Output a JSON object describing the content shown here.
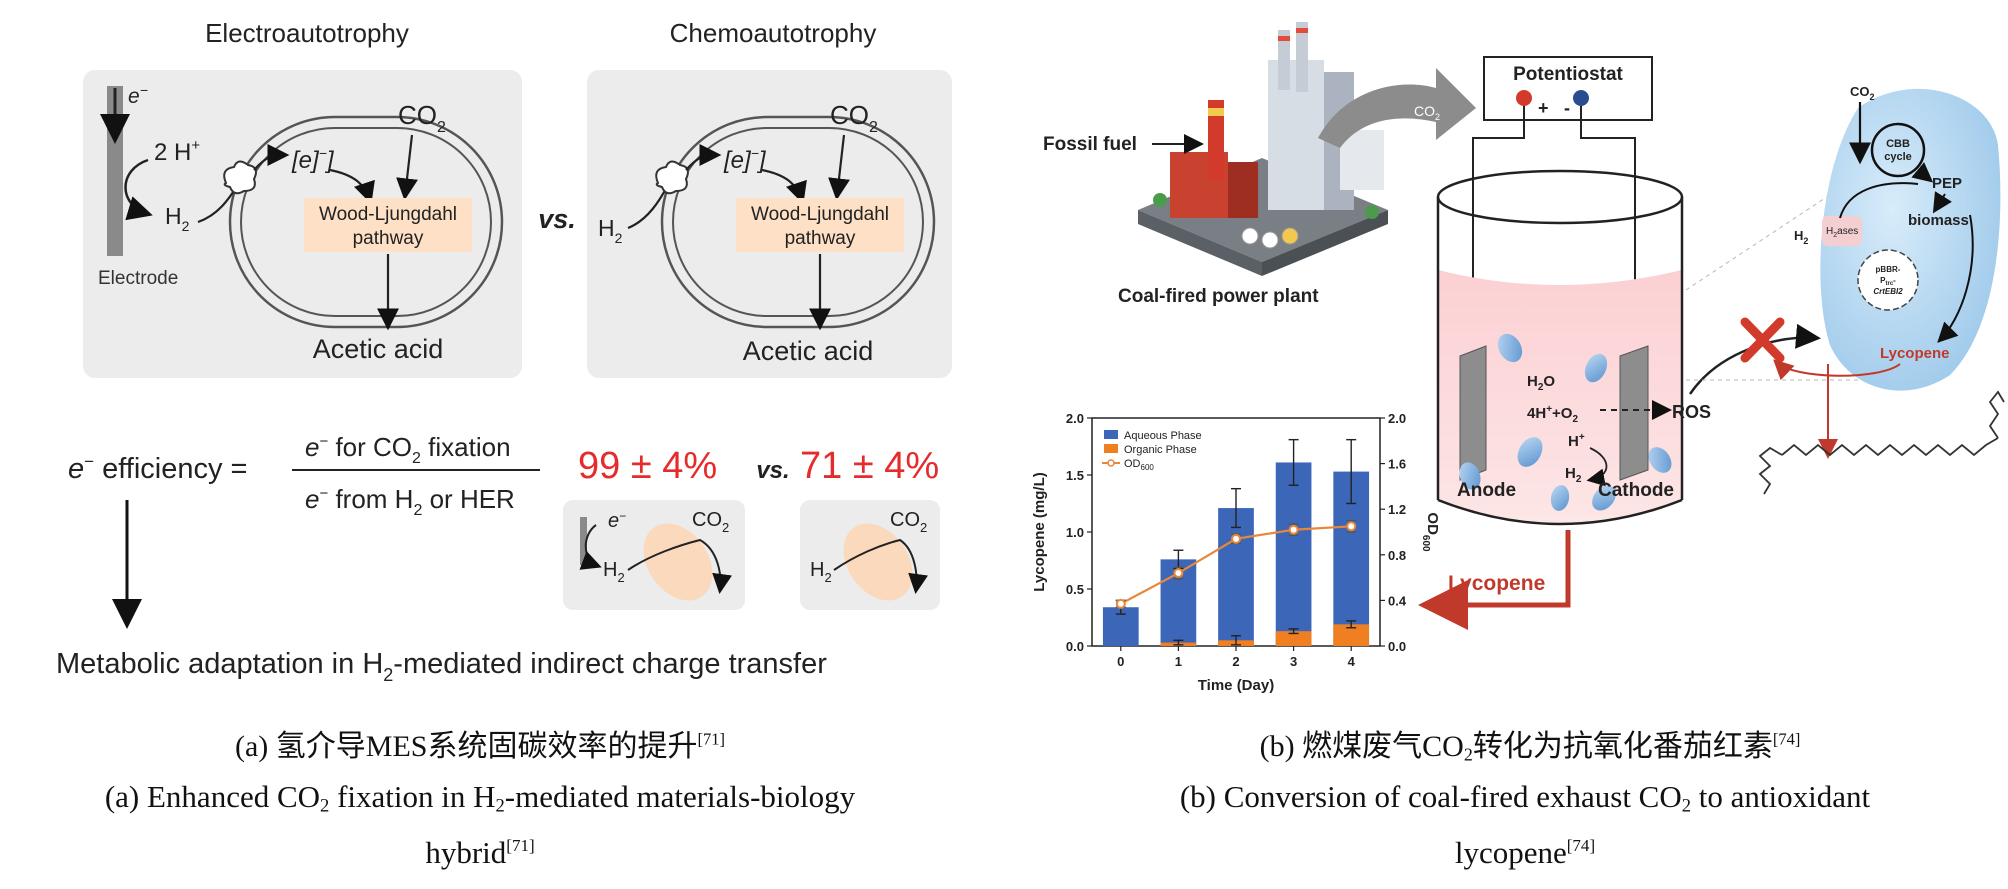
{
  "panel_a": {
    "electro_title": "Electroautotrophy",
    "chemo_title": "Chemoautotrophy",
    "vs_label": "vs.",
    "electrode_label": "Electrode",
    "electron_label": "e",
    "h_plus_label": "2 H",
    "h2_label": "H",
    "electron_bracket_label": "[e]",
    "co2_label": "CO",
    "pathway_line1": "Wood-Ljungdahl",
    "pathway_line2": "pathway",
    "product_label": "Acetic acid",
    "efficiency_label": "e",
    "efficiency_word": " efficiency  =",
    "numerator_label": " for CO",
    "numerator_tail": " fixation",
    "denominator_label": " from H",
    "denominator_tail": " or HER",
    "electro_efficiency": "99 ± 4%",
    "chemo_efficiency": "71 ± 4%",
    "conclusion_prefix": "Metabolic adaptation in H",
    "conclusion_suffix": "-mediated indirect charge transfer",
    "accent_color": "#e52b2b"
  },
  "panel_b": {
    "fossil_fuel_label": "Fossil fuel",
    "plant_label": "Coal-fired power plant",
    "co2_arrow_label": "CO",
    "potentiostat_label": "Potentiostat",
    "plus_label": "+",
    "minus_label": "-",
    "h2o_label": "H",
    "reaction_label": "4H",
    "ros_label": "ROS",
    "hplus_label": "H",
    "h2_label": "H",
    "anode_label": "Anode",
    "cathode_label": "Cathode",
    "lycopene_out_label": "Lycopene",
    "cell_co2_label": "CO",
    "cbb_label_1": "CBB",
    "cbb_label_2": "cycle",
    "pep_label": "PEP",
    "biomass_label": "biomass",
    "cell_h2_label": "H",
    "h2ases_label": "H",
    "plasmid_label_1": "pBBR-",
    "plasmid_label_2": "P",
    "plasmid_label_3": "CrtEBI2",
    "cell_lycopene_label": "Lycopene",
    "lycopene_color": "#c0392b"
  },
  "chart_data": {
    "type": "bar",
    "categories": [
      "0",
      "1",
      "2",
      "3",
      "4"
    ],
    "series": [
      {
        "name": "Aqueous Phase",
        "values": [
          0.34,
          0.76,
          1.21,
          1.61,
          1.53
        ],
        "errors": [
          0.06,
          0.08,
          0.17,
          0.2,
          0.28
        ],
        "color": "#3c67b8"
      },
      {
        "name": "Organic Phase",
        "values": [
          0.0,
          0.03,
          0.05,
          0.13,
          0.19
        ],
        "errors": [
          0.0,
          0.02,
          0.04,
          0.02,
          0.03
        ],
        "color": "#f07f22"
      }
    ],
    "line": {
      "name": "OD",
      "values": [
        0.37,
        0.64,
        0.94,
        1.02,
        1.05
      ],
      "errors": [
        0.03,
        0.05,
        0.04,
        0.05,
        0.05
      ],
      "color": "#e8873a"
    },
    "xlabel": "Time (Day)",
    "ylabel": "Lycopene (mg/L)",
    "y2label": "OD",
    "ylim": [
      0,
      2.0
    ],
    "y2lim": [
      0,
      2.0
    ],
    "yticks": [
      "0.0",
      "0.5",
      "1.0",
      "1.5",
      "2.0"
    ],
    "y2ticks": [
      "0.0",
      "0.4",
      "0.8",
      "1.2",
      "1.6",
      "2.0"
    ],
    "legend": "top-left"
  },
  "captions": {
    "a_cn": "(a) 氢介导MES系统固碳效率的提升",
    "a_cn_ref": "[71]",
    "a_en_1": "(a) Enhanced CO",
    "a_en_2": " fixation in H",
    "a_en_3": "-mediated materials-biology",
    "a_en_4": "hybrid",
    "a_en_ref": "[71]",
    "b_cn_1": "(b) 燃煤废气CO",
    "b_cn_2": "转化为抗氧化番茄红素",
    "b_cn_ref": "[74]",
    "b_en_1": "(b) Conversion of coal-fired exhaust CO",
    "b_en_2": " to antioxidant",
    "b_en_3": "lycopene",
    "b_en_ref": "[74]",
    "subscript_2": "2"
  }
}
